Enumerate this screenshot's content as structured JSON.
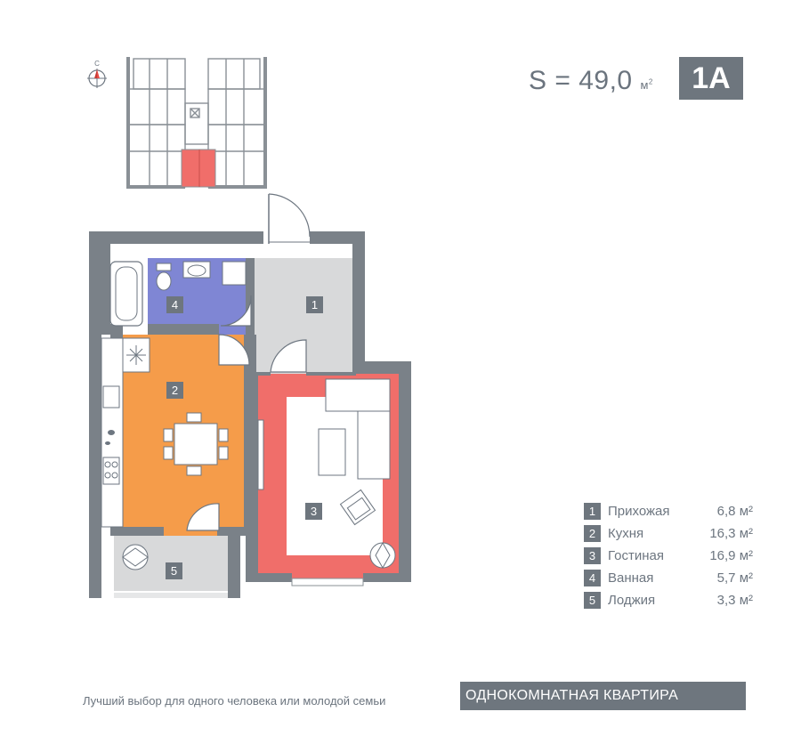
{
  "header": {
    "area_label": "S = 49,0",
    "area_unit": "м",
    "area_unit_power": "2",
    "apartment_code": "1А"
  },
  "compass": {
    "north_label": "С"
  },
  "rooms": [
    {
      "number": "1",
      "name": "Прихожая",
      "area": "6,8 м²",
      "color": "#d4d5d6"
    },
    {
      "number": "2",
      "name": "Кухня",
      "area": "16,3 м²",
      "color": "#f59c4a"
    },
    {
      "number": "3",
      "name": "Гостиная",
      "area": "16,9 м²",
      "color": "#f06e6a"
    },
    {
      "number": "4",
      "name": "Ванная",
      "area": "5,7 м²",
      "color": "#7f86d4"
    },
    {
      "number": "5",
      "name": "Лоджия",
      "area": "3,3 м²",
      "color": "#d4d5d6"
    }
  ],
  "footer": {
    "tagline": "Лучший выбор для одного человека или молодой семьи",
    "apartment_type": "ОДНОКОМНАТНАЯ КВАРТИРА"
  },
  "colors": {
    "wall": "#7a8188",
    "accent_badge": "#6e767e",
    "highlight_unit": "#f06e6a"
  }
}
